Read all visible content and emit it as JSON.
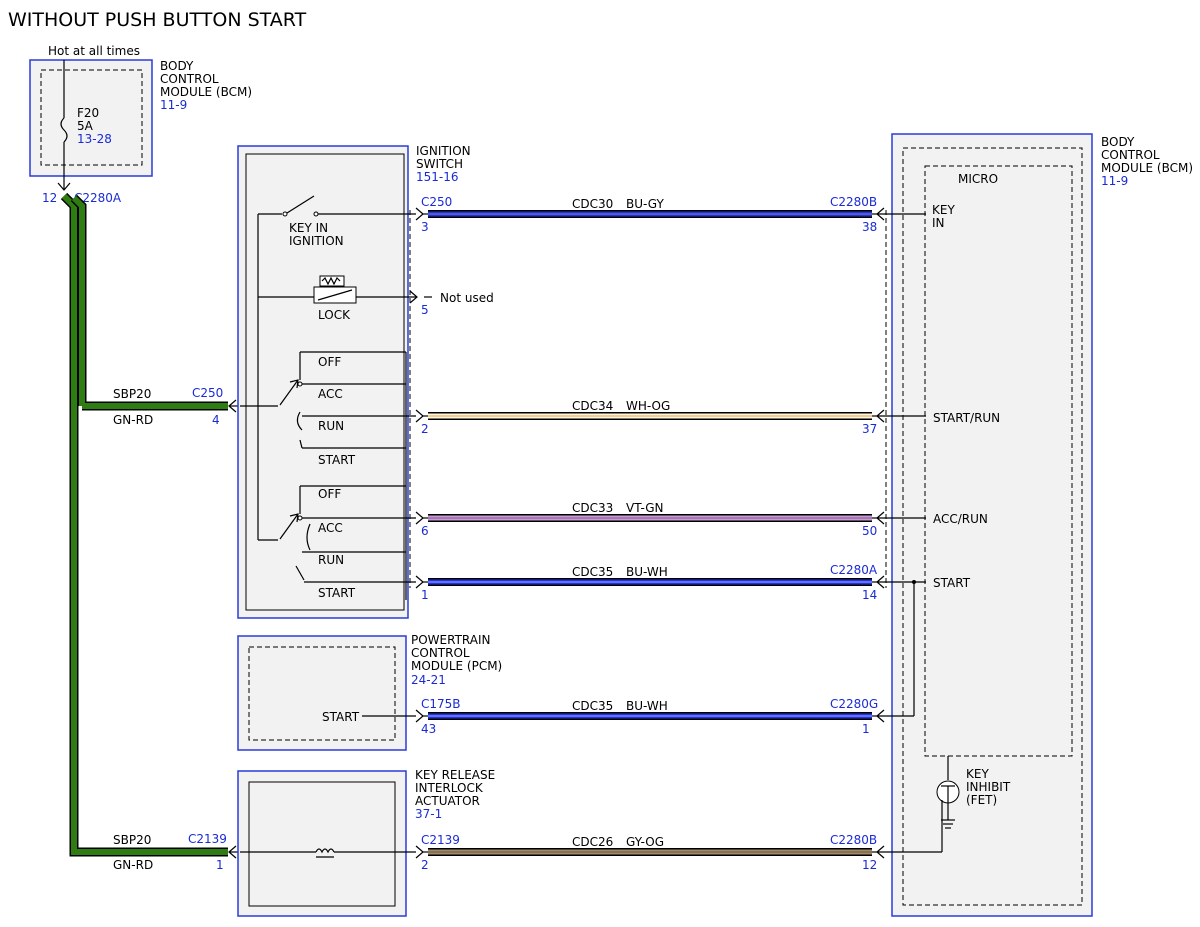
{
  "title": "WITHOUT PUSH BUTTON START",
  "bcm_fuse": {
    "hot_label": "Hot at all times",
    "name_lines": [
      "BODY",
      "CONTROL",
      "MODULE (BCM)"
    ],
    "ref": "11-9",
    "fuse_id": "F20",
    "fuse_amps": "5A",
    "fuse_ref": "13-28",
    "pin": "12",
    "connector": "C2280A"
  },
  "feed": {
    "circuit": "SBP20",
    "color": "GN-RD",
    "upper_connector": "C250",
    "upper_pin": "4",
    "lower_connector": "C2139",
    "lower_pin": "1"
  },
  "ignition": {
    "name_lines": [
      "IGNITION",
      "SWITCH"
    ],
    "ref": "151-16",
    "key_in_label": [
      "KEY IN",
      "IGNITION"
    ],
    "lock_label": "LOCK",
    "not_used": "Not used",
    "positions": [
      "OFF",
      "ACC",
      "RUN",
      "START"
    ],
    "pins": {
      "p5": "5"
    }
  },
  "pcm": {
    "name_lines": [
      "POWERTRAIN",
      "CONTROL",
      "MODULE (PCM)"
    ],
    "ref": "24-21",
    "start_label": "START"
  },
  "key_release": {
    "name_lines": [
      "KEY RELEASE",
      "INTERLOCK",
      "ACTUATOR"
    ],
    "ref": "37-1"
  },
  "bcm": {
    "name_lines": [
      "BODY",
      "CONTROL",
      "MODULE (BCM)"
    ],
    "ref": "11-9",
    "micro_label": "MICRO",
    "key_in": [
      "KEY",
      "IN"
    ],
    "start_run": "START/RUN",
    "acc_run": "ACC/RUN",
    "start": "START",
    "fet": [
      "KEY",
      "INHIBIT",
      "(FET)"
    ]
  },
  "circuits": [
    {
      "id": "CDC30",
      "color_code": "BU-GY",
      "left_connector": "C250",
      "left_pin": "3",
      "right_connector": "C2280B",
      "right_pin": "38",
      "fill": "#2233dd",
      "stripe": "#8a8a9a"
    },
    {
      "id": "CDC34",
      "color_code": "WH-OG",
      "left_connector": "",
      "left_pin": "2",
      "right_connector": "",
      "right_pin": "37",
      "fill": "#fff6e0",
      "stripe": "#e8a84a"
    },
    {
      "id": "CDC33",
      "color_code": "VT-GN",
      "left_connector": "",
      "left_pin": "6",
      "right_connector": "",
      "right_pin": "50",
      "fill": "#c89ad6",
      "stripe": "#7d5a8a"
    },
    {
      "id": "CDC35",
      "color_code": "BU-WH",
      "left_connector": "",
      "left_pin": "1",
      "right_connector": "C2280A",
      "right_pin": "14",
      "fill": "#2233dd",
      "stripe": "#aab0ff"
    },
    {
      "id": "CDC35",
      "color_code": "BU-WH",
      "left_connector": "C175B",
      "left_pin": "43",
      "right_connector": "C2280G",
      "right_pin": "1",
      "fill": "#2233dd",
      "stripe": "#aab0ff"
    },
    {
      "id": "CDC26",
      "color_code": "GY-OG",
      "left_connector": "C2139",
      "left_pin": "2",
      "right_connector": "C2280B",
      "right_pin": "12",
      "fill": "#a08a68",
      "stripe": "#6a5a40"
    }
  ]
}
